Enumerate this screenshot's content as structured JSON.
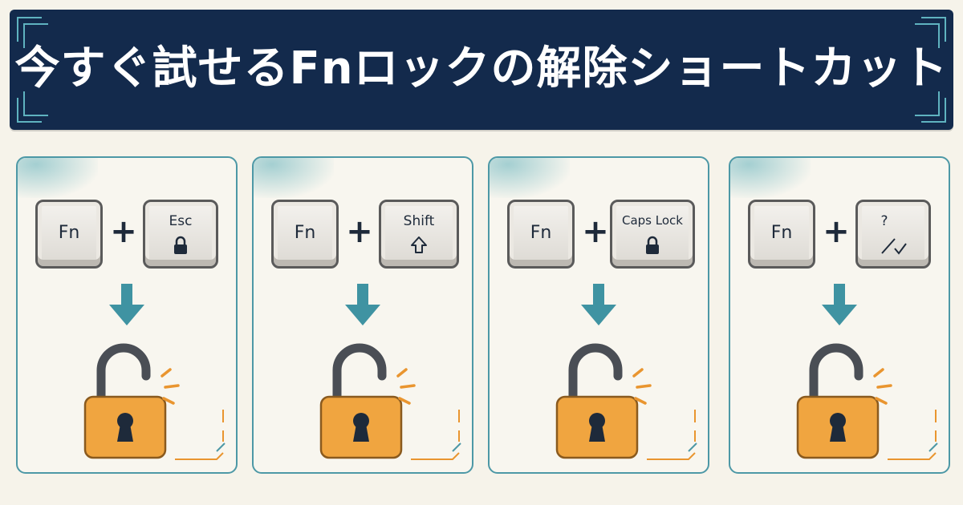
{
  "banner": {
    "title": "今すぐ試せるFnロックの解除ショートカット"
  },
  "colors": {
    "banner_bg": "#132a4c",
    "panel_border": "#4d98a6",
    "arrow": "#3f93a2",
    "lock_body": "#f0a540",
    "accent_lines": "#e9952f"
  },
  "panels": [
    {
      "fn_label": "Fn",
      "plus": "+",
      "combo_label": "Esc",
      "combo_icon": "padlock-icon"
    },
    {
      "fn_label": "Fn",
      "plus": "+",
      "combo_label": "Shift",
      "combo_icon": "shift-arrow-icon"
    },
    {
      "fn_label": "Fn",
      "plus": "+",
      "combo_label": "Caps Lock",
      "combo_icon": "padlock-icon"
    },
    {
      "fn_label": "Fn",
      "plus": "+",
      "combo_label": "?",
      "combo_icon": "slash-check-icon"
    }
  ]
}
